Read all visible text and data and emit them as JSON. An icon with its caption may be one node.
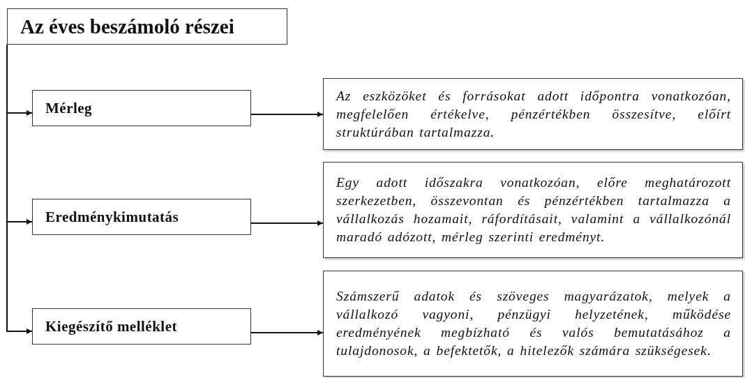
{
  "diagram": {
    "nodes": [
      {
        "text": [
          "Az éves beszámoló részei"
        ]
      },
      {
        "text": [
          "Mérleg"
        ]
      },
      {
        "text": [
          "Az eszközöket és forrásokat adott időpontra vonatkozóan, megfelelően értékelve, pénzértékben összesítve, előírt struktúrában tartalmazza."
        ]
      },
      {
        "text": [
          "Eredménykimutatás"
        ]
      },
      {
        "text": [
          "Egy adott időszakra vonatkozóan, előre meghatározott szerkezetben, összevontan és pénzértékben tartalmazza a vállalkozás hozamait, ráfordításait, valamint a vállalkozónál maradó adózott, mérleg szerinti eredményt."
        ]
      },
      {
        "text": [
          "Kiegészítő melléklet"
        ]
      },
      {
        "text": [
          "Számszerű adatok és szöveges magyarázatok, melyek a vállalkozó vagyoni, pénzügyi helyzetének, működése eredményének megbízható és valós bemutatásához a tulajdonosok, a befektetők, a hitelezők számára szükségesek."
        ]
      }
    ],
    "edges": [
      {
        "from": 0,
        "to": 1,
        "arrow": "to"
      },
      {
        "from": 0,
        "to": 3,
        "arrow": "to"
      },
      {
        "from": 0,
        "to": 5,
        "arrow": "to"
      },
      {
        "from": 1,
        "to": 2,
        "arrow": "to"
      },
      {
        "from": 3,
        "to": 4,
        "arrow": "to"
      },
      {
        "from": 5,
        "to": 6,
        "arrow": "to"
      }
    ]
  }
}
